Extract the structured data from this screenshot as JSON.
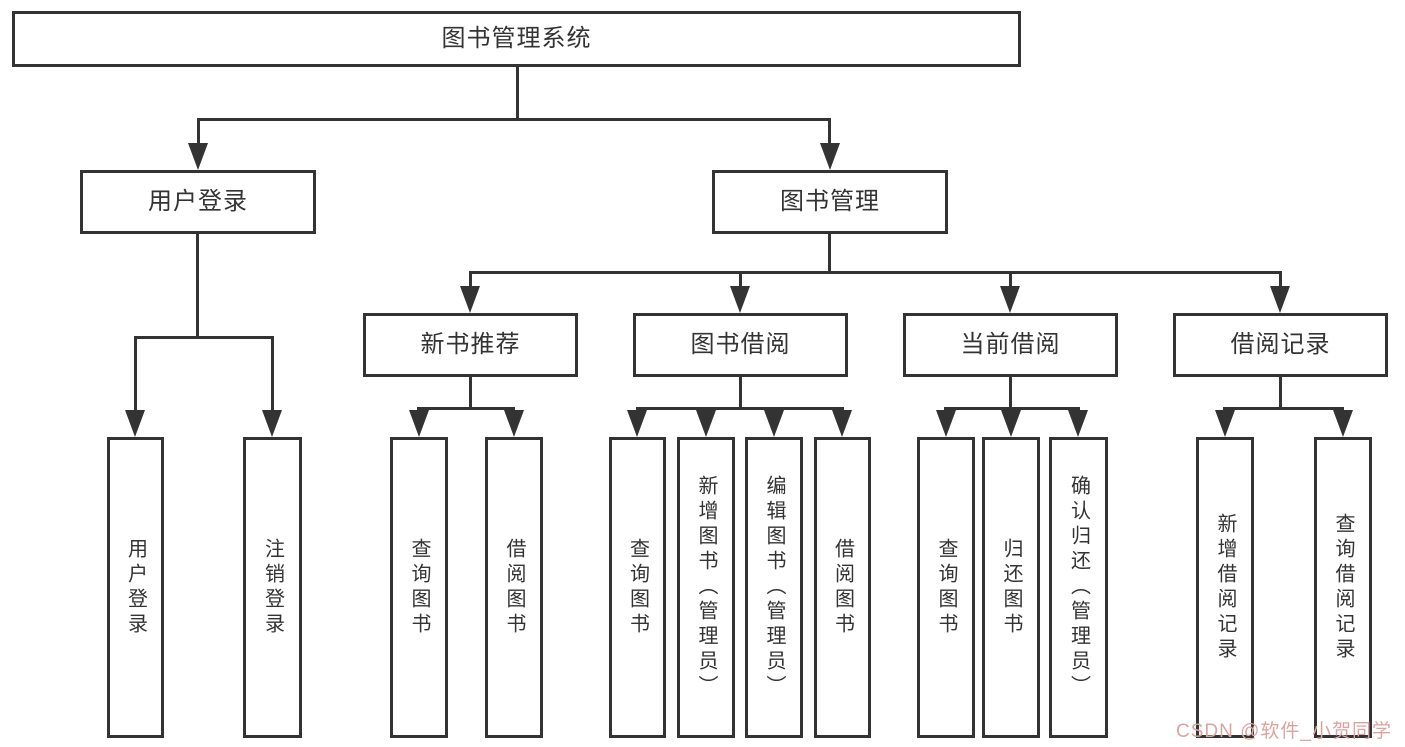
{
  "diagram_type": "hierarchy-tree",
  "tree": {
    "root": "图书管理系统",
    "branches": [
      {
        "label": "用户登录",
        "children": [
          {
            "label": "用户登录"
          },
          {
            "label": "注销登录"
          }
        ]
      },
      {
        "label": "图书管理",
        "children": [
          {
            "label": "新书推荐",
            "children": [
              {
                "label": "查询图书"
              },
              {
                "label": "借阅图书"
              }
            ]
          },
          {
            "label": "图书借阅",
            "children": [
              {
                "label": "查询图书"
              },
              {
                "label": "新增图书（管理员）"
              },
              {
                "label": "编辑图书（管理员）"
              },
              {
                "label": "借阅图书"
              }
            ]
          },
          {
            "label": "当前借阅",
            "children": [
              {
                "label": "查询图书"
              },
              {
                "label": "归还图书"
              },
              {
                "label": "确认归还（管理员）"
              }
            ]
          },
          {
            "label": "借阅记录",
            "children": [
              {
                "label": "新增借阅记录"
              },
              {
                "label": "查询借阅记录"
              }
            ]
          }
        ]
      }
    ]
  },
  "icons": {
    "arrowhead": "solid downward triangle"
  },
  "watermark": {
    "text": "CSDN @软件_小贺同学",
    "color": "#dba4a0"
  },
  "colors": {
    "line": "#333333",
    "box_border": "#333333",
    "box_fill": "#ffffff",
    "text": "#333333",
    "background": "#ffffff"
  }
}
